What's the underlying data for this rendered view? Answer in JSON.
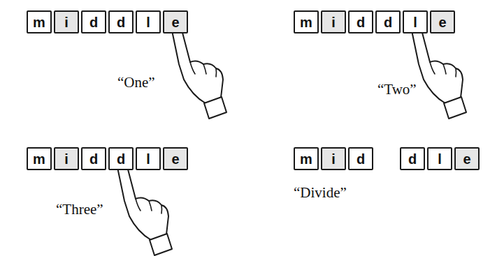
{
  "diagram": {
    "nodes": [
      {
        "text": [
          "m"
        ]
      },
      {
        "text": [
          "i"
        ]
      },
      {
        "text": [
          "d"
        ]
      },
      {
        "text": [
          "d"
        ]
      },
      {
        "text": [
          "l"
        ]
      },
      {
        "text": [
          "e"
        ]
      },
      {
        "text": [
          "m"
        ]
      },
      {
        "text": [
          "i"
        ]
      },
      {
        "text": [
          "d"
        ]
      },
      {
        "text": [
          "d"
        ]
      },
      {
        "text": [
          "l"
        ]
      },
      {
        "text": [
          "e"
        ]
      },
      {
        "text": [
          "m"
        ]
      },
      {
        "text": [
          "i"
        ]
      },
      {
        "text": [
          "d"
        ]
      },
      {
        "text": [
          "d"
        ]
      },
      {
        "text": [
          "l"
        ]
      },
      {
        "text": [
          "e"
        ]
      },
      {
        "text": [
          "m"
        ]
      },
      {
        "text": [
          "i"
        ]
      },
      {
        "text": [
          "d"
        ]
      },
      {
        "text": [
          "d"
        ]
      },
      {
        "text": [
          "l"
        ]
      },
      {
        "text": [
          "e"
        ]
      }
    ],
    "labels": [
      "“One”",
      "“Two”",
      "“Three”",
      "“Divide”"
    ]
  }
}
